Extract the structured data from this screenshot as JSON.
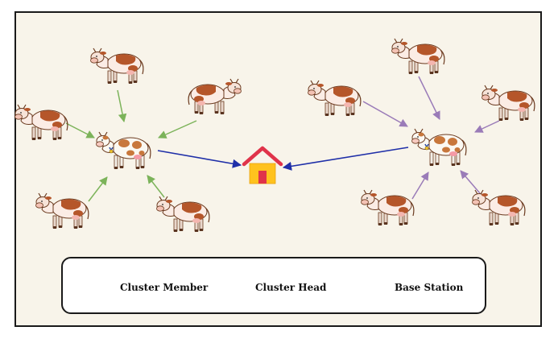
{
  "colors": {
    "background": "#f8f4ea",
    "frame": "#1a1a1a",
    "cluster1_edge": "#7cb35a",
    "cluster2_edge": "#9a7bb8",
    "base_edge": "#1f2fa8",
    "cow_spot": "#b5562a",
    "cow_body": "#fbece5",
    "house_roof": "#e0334a",
    "house_body": "#ffc21e",
    "house_door": "#e0334a"
  },
  "nodes": {
    "base_station": "house-icon",
    "cluster_heads": [
      "cow-head-icon",
      "cow-head-icon"
    ],
    "cluster_members": [
      "cow-member-icon",
      "cow-member-icon",
      "cow-member-icon",
      "cow-member-icon",
      "cow-member-icon",
      "cow-member-icon",
      "cow-member-icon",
      "cow-member-icon",
      "cow-member-icon",
      "cow-member-icon"
    ]
  },
  "legend": {
    "member_label": "Cluster Member",
    "head_label": "Cluster Head",
    "base_label": "Base Station"
  }
}
